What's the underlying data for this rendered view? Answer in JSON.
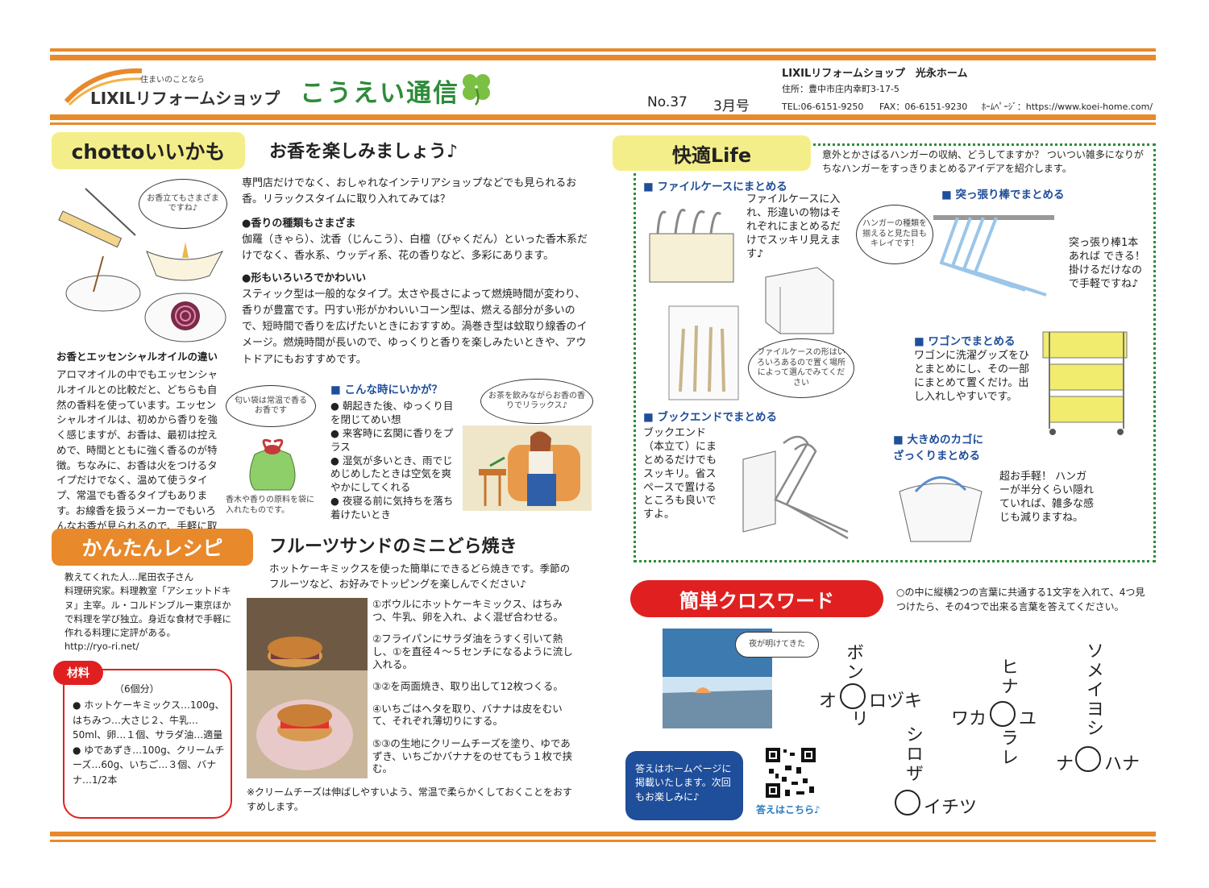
{
  "header": {
    "tagline": "住まいのことなら",
    "logo_text": "LIXILリフォームショップ",
    "newsletter_title": "こうえい通信",
    "issue_number": "No.37",
    "issue_month": "3月号",
    "shop_name": "LIXILリフォームショップ　光永ホーム",
    "address": "住所：豊中市庄内幸町3-17-5",
    "tel": "TEL:06-6151-9250",
    "fax": "FAX：06-6151-9230",
    "homepage": "ﾎｰﾑﾍﾟｰｼﾞ：https://www.koei-home.com/"
  },
  "chotto": {
    "tab_label": "chottoいいかも",
    "title": "お香を楽しみましょう♪",
    "intro": "専門店だけでなく、おしゃれなインテリアショップなどでも見られるお香。リラックスタイムに取り入れてみては？",
    "section1_heading": "●香りの種類もさまざま",
    "section1_body": "伽羅（きゃら）、沈香（じんこう）、白檀（びゃくだん）といった香木系だけでなく、香水系、ウッディ系、花の香りなど、多彩にあります。",
    "section2_heading": "●形もいろいろでかわいい",
    "section2_body": "スティック型は一般的なタイプ。太さや長さによって燃焼時間が変わり、香りが豊富です。円すい形がかわいいコーン型は、燃える部分が多いので、短時間で香りを広げたいときにおすすめ。渦巻き型は蚊取り線香のイメージ。燃焼時間が長いので、ゆっくりと香りを楽しみたいときや、アウトドアにもおすすめです。",
    "bubble_incense": "お香立てもさまざまですね♪",
    "essential_heading": "お香とエッセンシャルオイルの違い",
    "essential_body": "アロマオイルの中でもエッセンシャルオイルとの比較だと、どちらも自然の香料を使っています。エッセンシャルオイルは、初めから香りを強く感じますが、お香は、最初は控えめで、時間とともに強く香るのが特徴。ちなみに、お香は火をつけるタイプだけでなく、温めて使うタイプ、常温でも香るタイプもあります。お線香を扱うメーカーでもいろんなお香が見られるので、手軽に取り入れてみてはいかがでしょう。",
    "bubble_sachet": "匂い袋は常温で香るお香です",
    "sachet_caption": "香木や香りの原料を袋に入れたものです。",
    "when_heading": "こんな時にいかが？",
    "when_items": [
      "朝起きた後、ゆっくり目を閉じてめい想",
      "来客時に玄関に香りをプラス",
      "湿気が多いとき、雨でじめじめしたときは空気を爽やかにしてくれる",
      "夜寝る前に気持ちを落ち着けたいとき"
    ],
    "bubble_tea": "お茶を飲みながらお香の香りでリラックス♪"
  },
  "recipe": {
    "tab_label": "かんたんレシピ",
    "title": "フルーツサンドのミニどら焼き",
    "intro": "ホットケーキミックスを使った簡単にできるどら焼きです。季節のフルーツなど、お好みでトッピングを楽しんでください♪",
    "teacher_lines": [
      "教えてくれた人…尾田衣子さん",
      "料理研究家。料理教室「アシェットドキヌ」主宰。ル・コルドンブルー東京ほかで料理を学び独立。身近な食材で手軽に作れる料理に定評がある。",
      "http://ryo-ri.net/"
    ],
    "ingredients_label": "材料",
    "servings": "（6個分）",
    "ingredients": [
      "ホットケーキミックス…100g、はちみつ…大さじ２、牛乳…50ml、卵…１個、サラダ油…適量",
      "ゆであずき…100g、クリームチーズ…60g、いちご…３個、バナナ…1/2本"
    ],
    "steps": [
      "①ボウルにホットケーキミックス、はちみつ、牛乳、卵を入れ、よく混ぜ合わせる。",
      "②フライパンにサラダ油をうすく引いて熱し、①を直径４～５センチになるように流し入れる。",
      "③②を両面焼き、取り出して12枚つくる。",
      "④いちごはヘタを取り、バナナは皮をむいて、それぞれ薄切りにする。",
      "⑤③の生地にクリームチーズを塗り、ゆであずき、いちごかバナナをのせてもう１枚で挟む。"
    ],
    "note": "※クリームチーズは伸ばしやすいよう、常温で柔らかくしておくことをおすすめします。"
  },
  "kaiteki": {
    "tab_label": "快適Life",
    "intro": "意外とかさばるハンガーの収納、どうしてますか？ ついつい雑多になりがちなハンガーをすっきりまとめるアイデアを紹介します。",
    "file_heading": "ファイルケースにまとめる",
    "file_body": "ファイルケースに入れ、形違いの物はそれぞれにまとめるだけでスッキリ見えます♪",
    "bubble_file": "ファイルケースの形はいろいろあるので置く場所によって選んでみてください",
    "rod_heading": "突っ張り棒でまとめる",
    "bubble_rod": "ハンガーの種類を揃えると見た目もキレイです！",
    "rod_body": "突っ張り棒1本あれば できる！ 掛けるだけなので手軽ですね♪",
    "wagon_heading": "ワゴンでまとめる",
    "wagon_body": "ワゴンに洗濯グッズをひとまとめにし、その一部にまとめて置くだけ。出し入れしやすいです。",
    "bookend_heading": "ブックエンドでまとめる",
    "bookend_body": "ブックエンド（本立て）にまとめるだけでもスッキリ。省スペースで置けるところも良いですよ。",
    "basket_heading_1": "大きめのカゴに",
    "basket_heading_2": "ざっくりまとめる",
    "basket_body": "超お手軽！ ハンガーが半分くらい隠れていれば、雑多な感じも減りますね。"
  },
  "crossword": {
    "tab_label": "簡単クロスワード",
    "instruction": "○の中に縦横2つの言葉に共通する1文字を入れて、4つ見つけたら、その4つで出来る言葉を答えてください。",
    "hint_bubble": "夜が明けてきた",
    "answer_box": "答えはホームページに掲載いたします。次回もお楽しみに♪",
    "qr_caption": "答えはこちら♪",
    "p1_up": "ボン",
    "p1_left": "オ",
    "p1_right": "ロヅキ",
    "p1_down": "リ",
    "p2_up": "ヒナ",
    "p2_left": "ワカ",
    "p2_right": "ユ",
    "p2_down": "ラレ",
    "p3_up": "シロザ",
    "p3_right": "イチツ",
    "p4_up": "ソメイヨシ",
    "p4_left": "ナ",
    "p4_right": "ハナ"
  },
  "colors": {
    "orange": "#e8892b",
    "green": "#2e8b3a",
    "blue": "#1f4e9a",
    "red": "#e02020",
    "yellow": "#f4ee8a"
  }
}
